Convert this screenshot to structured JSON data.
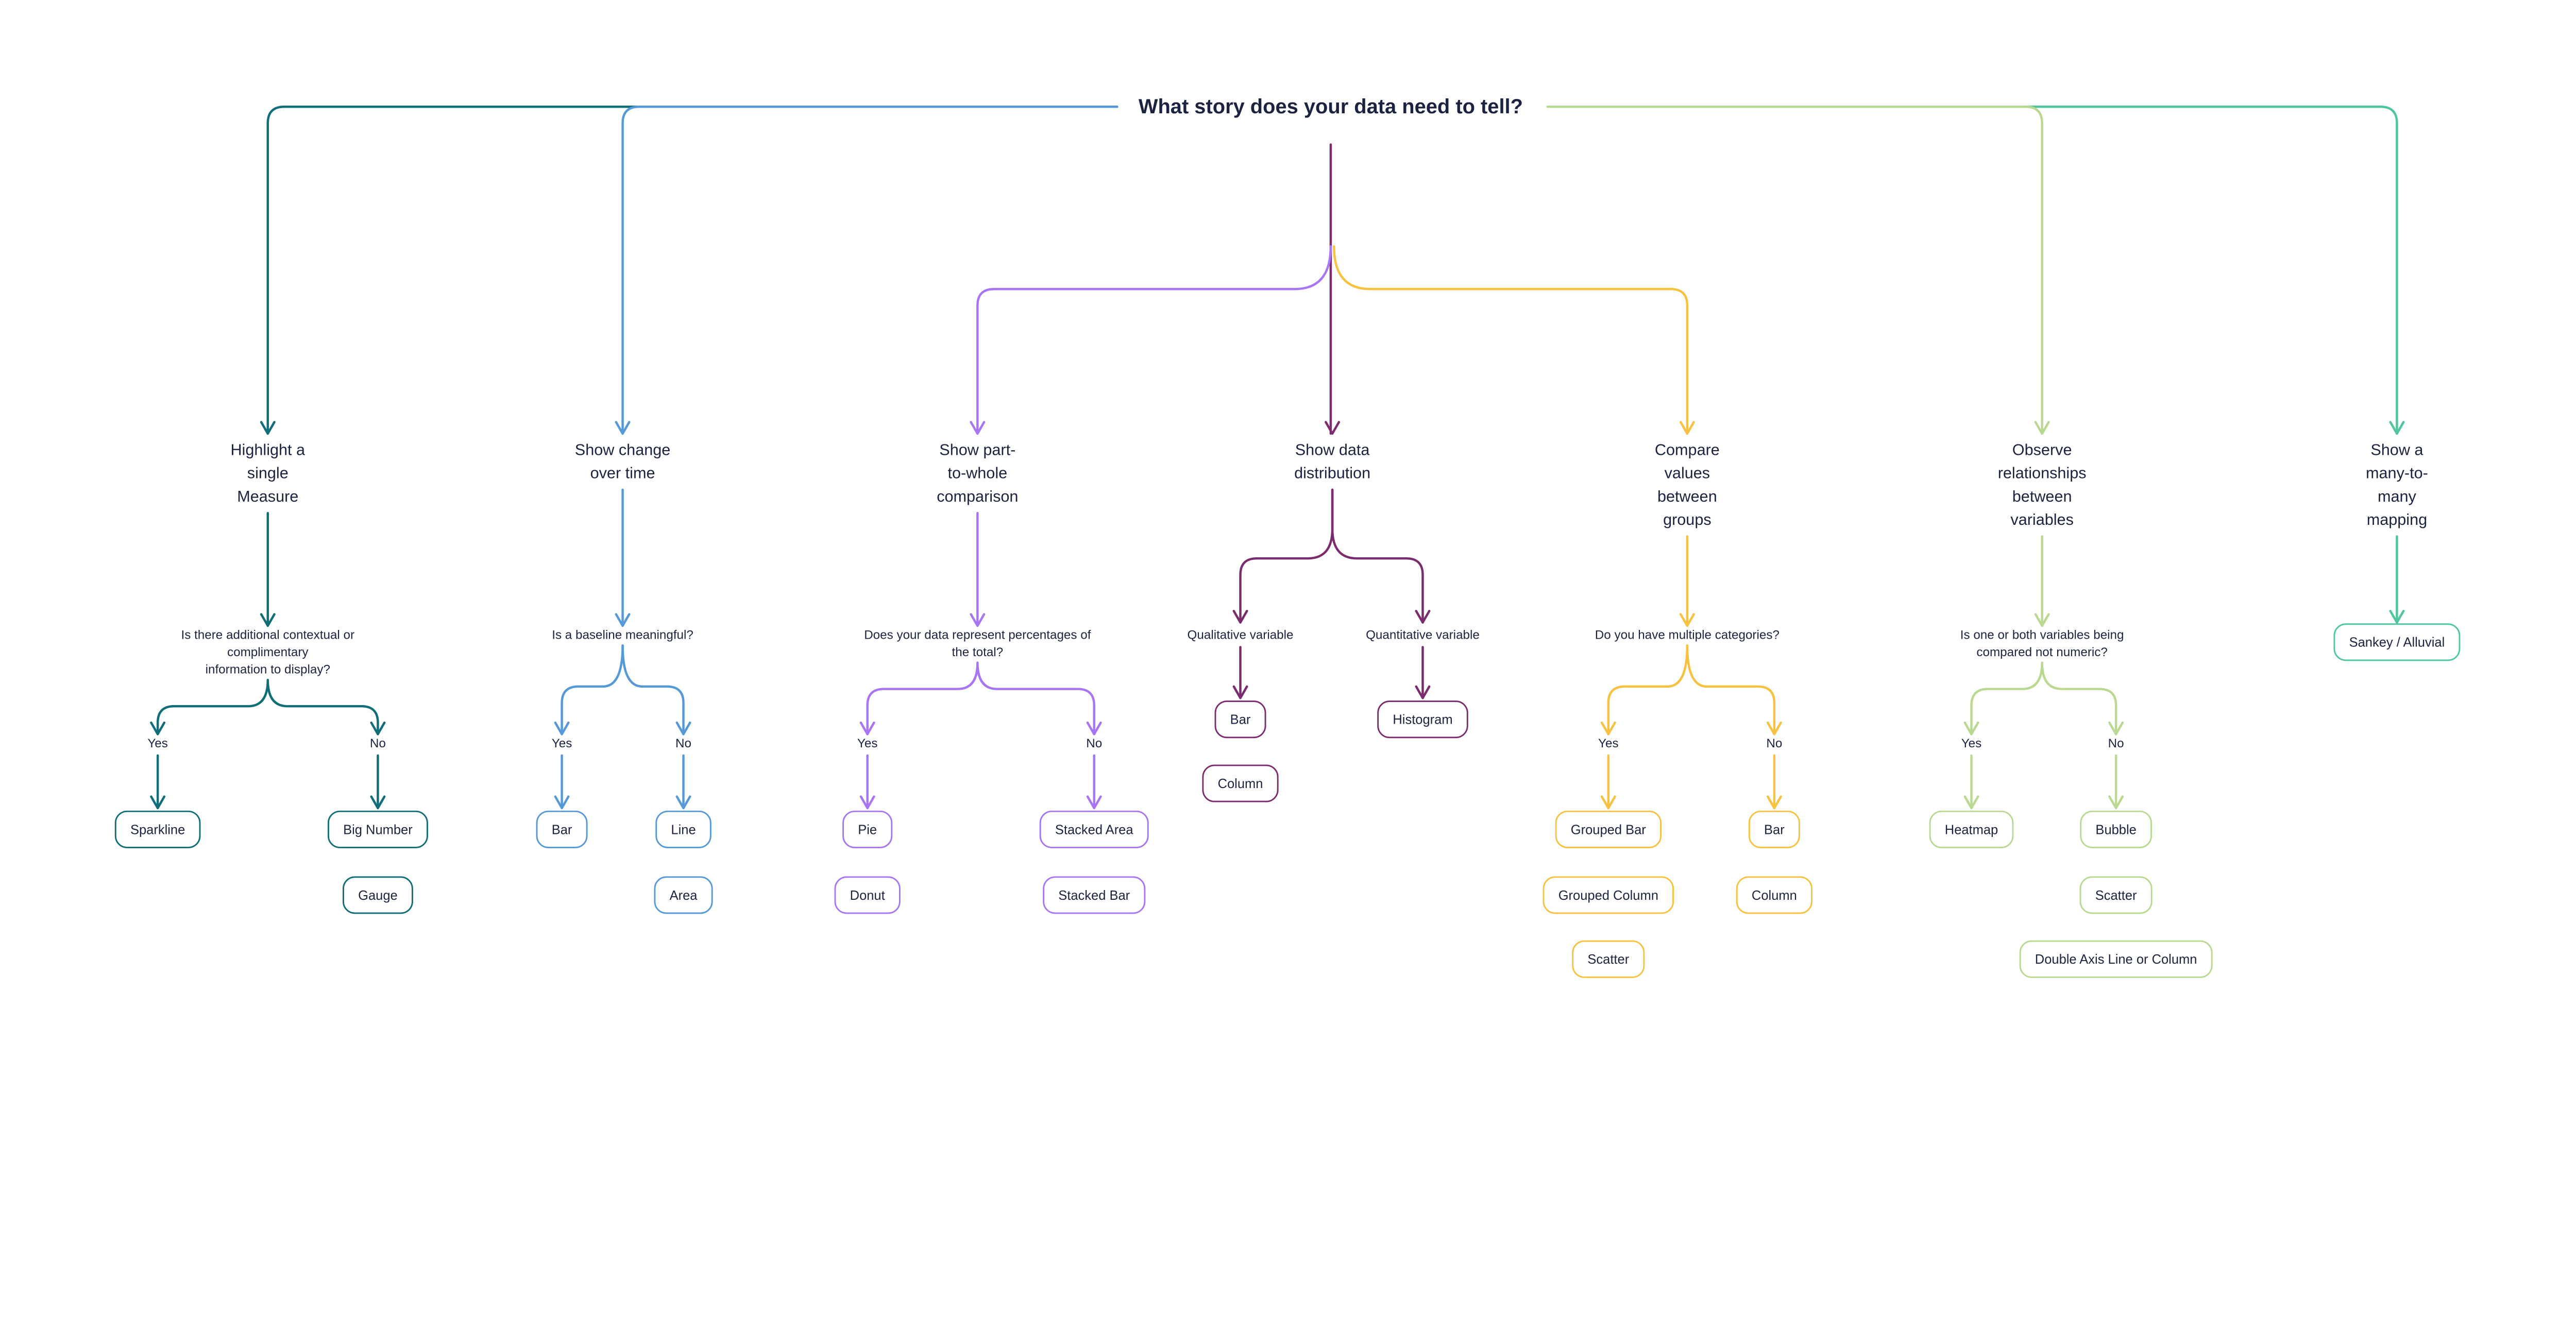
{
  "title": "What story does your data need to tell?",
  "colors": {
    "text": "#1b2340",
    "highlight": "#0f6e78",
    "change": "#5599d8",
    "part_to_whole": "#a875f5",
    "distribution": "#7b2c6e",
    "compare": "#f8c140",
    "relationships": "#b8d98f",
    "many_to_many": "#4fc79a"
  },
  "branches": [
    {
      "key": "highlight",
      "label_lines": [
        "Highlight a",
        "single",
        "Measure"
      ],
      "question_lines": [
        "Is there additional contextual or",
        "complimentary",
        "information to display?"
      ],
      "answers": [
        {
          "label": "Yes",
          "charts": [
            "Sparkline"
          ]
        },
        {
          "label": "No",
          "charts": [
            "Big Number",
            "Gauge"
          ]
        }
      ]
    },
    {
      "key": "change",
      "label_lines": [
        "Show change",
        "over time"
      ],
      "question_lines": [
        "Is a baseline meaningful?"
      ],
      "answers": [
        {
          "label": "Yes",
          "charts": [
            "Bar"
          ]
        },
        {
          "label": "No",
          "charts": [
            "Line",
            "Area"
          ]
        }
      ]
    },
    {
      "key": "part_to_whole",
      "label_lines": [
        "Show part-",
        "to-whole",
        "comparison"
      ],
      "question_lines": [
        "Does your data represent percentages of",
        "the total?"
      ],
      "answers": [
        {
          "label": "Yes",
          "charts": [
            "Pie",
            "Donut"
          ]
        },
        {
          "label": "No",
          "charts": [
            "Stacked Area",
            "Stacked Bar"
          ]
        }
      ]
    },
    {
      "key": "distribution",
      "label_lines": [
        "Show data",
        "distribution"
      ],
      "question_lines": [],
      "answers": [
        {
          "label": "Qualitative variable",
          "charts": [
            "Bar",
            "Column"
          ]
        },
        {
          "label": "Quantitative variable",
          "charts": [
            "Histogram"
          ]
        }
      ]
    },
    {
      "key": "compare",
      "label_lines": [
        "Compare",
        "values",
        "between",
        "groups"
      ],
      "question_lines": [
        "Do you have multiple categories?"
      ],
      "answers": [
        {
          "label": "Yes",
          "charts": [
            "Grouped Bar",
            "Grouped Column",
            "Scatter"
          ]
        },
        {
          "label": "No",
          "charts": [
            "Bar",
            "Column"
          ]
        }
      ]
    },
    {
      "key": "relationships",
      "label_lines": [
        "Observe",
        "relationships",
        "between",
        "variables"
      ],
      "question_lines": [
        "Is one or both variables being",
        "compared not numeric?"
      ],
      "answers": [
        {
          "label": "Yes",
          "charts": [
            "Heatmap"
          ]
        },
        {
          "label": "No",
          "charts": [
            "Bubble",
            "Scatter",
            "Double Axis Line or Column"
          ]
        }
      ]
    },
    {
      "key": "many_to_many",
      "label_lines": [
        "Show a",
        "many-to-",
        "many",
        "mapping"
      ],
      "question_lines": [],
      "answers": [],
      "charts": [
        "Sankey / Alluvial"
      ]
    }
  ]
}
